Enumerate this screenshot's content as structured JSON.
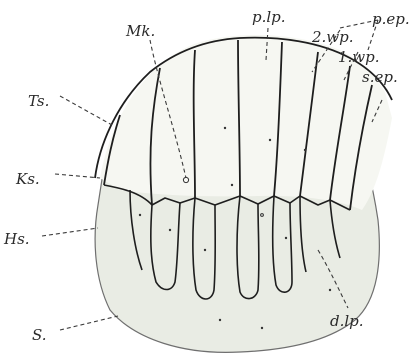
{
  "figure": {
    "colors": {
      "background": "#ffffff",
      "shield_fill": "#e9ece4",
      "shield_outline": "#6f6f6f",
      "plate_outline": "#1e1e1e",
      "leader_line": "#3a3a3a",
      "label_text": "#2a2a2a"
    },
    "labels": {
      "plp": "p.lp.",
      "pep": "p.ep.",
      "mk": "Mk.",
      "wp2": "2.wp.",
      "wp1": "1.wp.",
      "sep": "s.ep.",
      "ts": "Ts.",
      "ks": "Ks.",
      "hs": "Hs.",
      "s": "S.",
      "dlp": "d.lp."
    }
  }
}
